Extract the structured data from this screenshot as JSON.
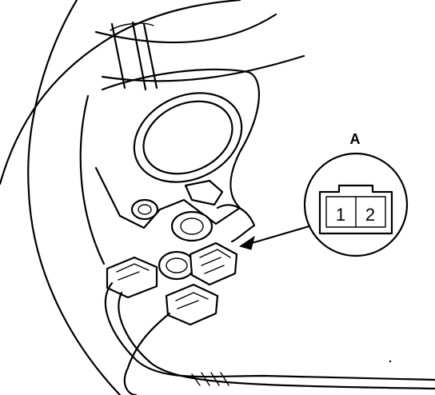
{
  "figure": {
    "callout_label": "A",
    "connector_pins": [
      "1",
      "2"
    ]
  }
}
